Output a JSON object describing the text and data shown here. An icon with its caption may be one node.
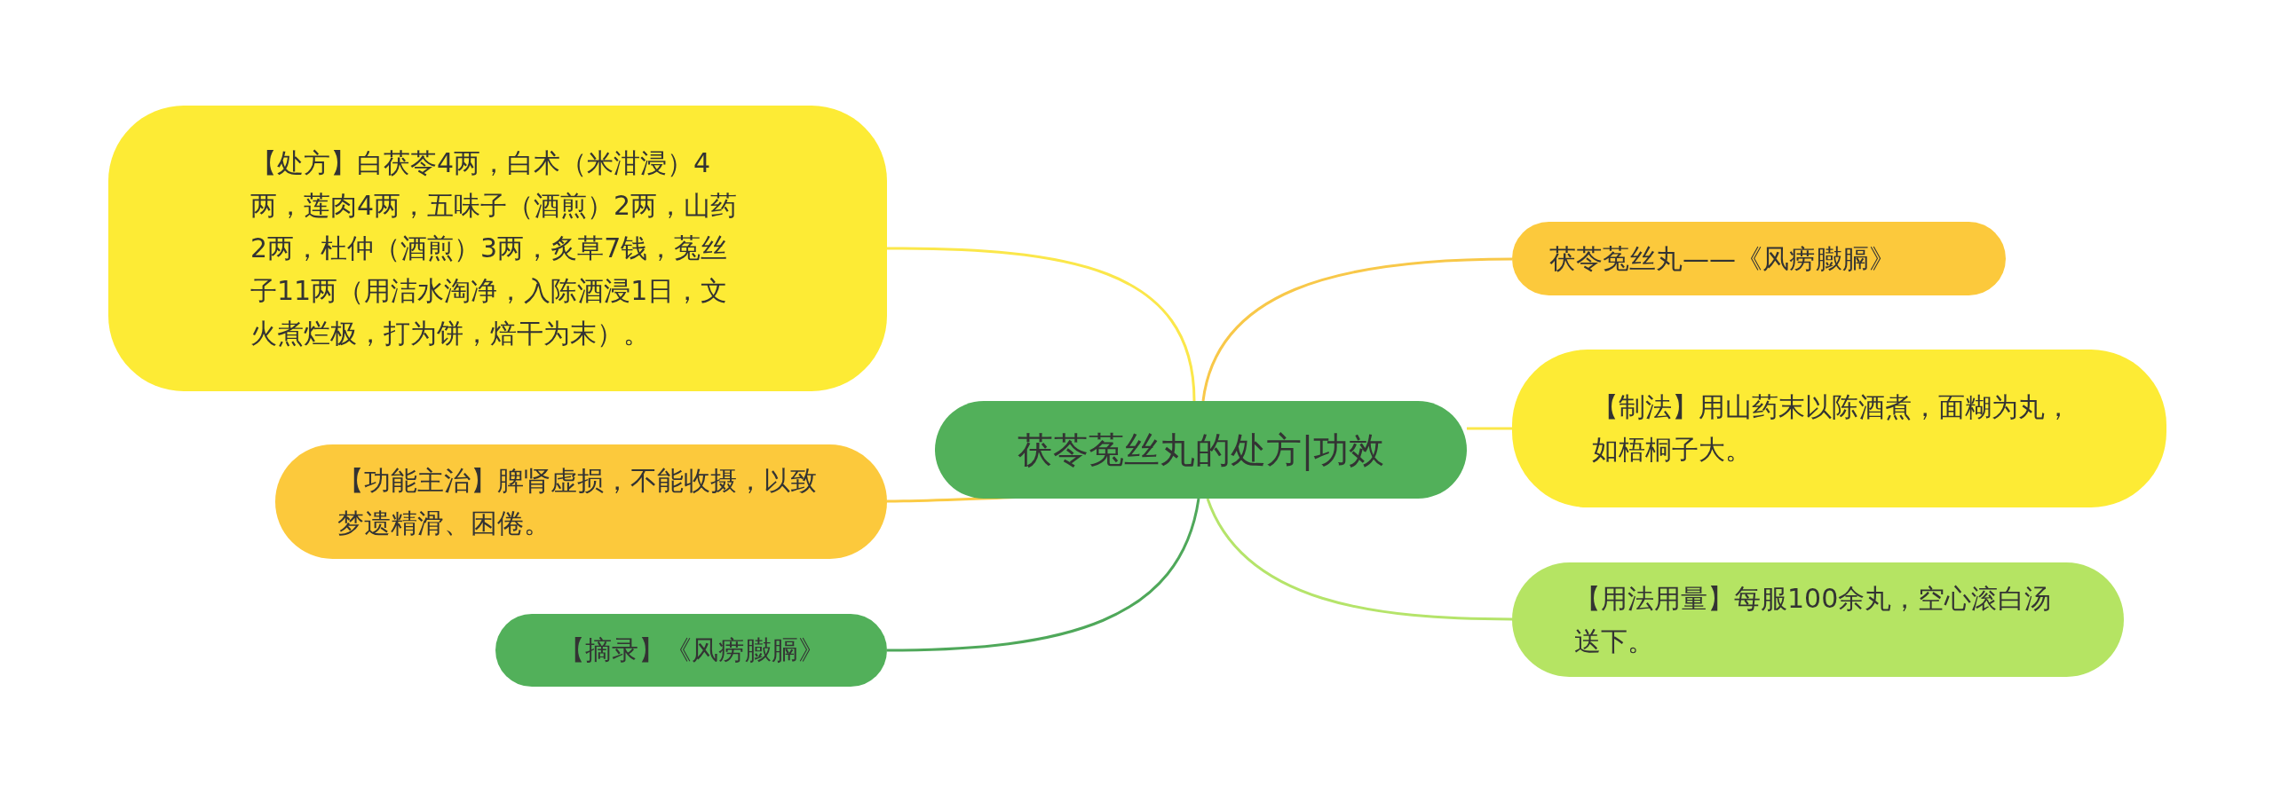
{
  "diagram": {
    "nodes": [
      {
        "text": [
          "茯苓菟丝丸的处方|功效"
        ]
      },
      {
        "text": [
          "【处方】白茯苓4两，白术（米泔浸）4两，莲肉4两，五味子（酒煎）2两，山药2两，杜仲（酒煎）3两，炙草7钱，菟丝子11两（用洁水淘净，入陈酒浸1日，文火煮烂极，打为饼，焙干为末）。"
        ]
      },
      {
        "text": [
          "【功能主治】脾肾虚损，不能收摄，以致梦遗精滑、困倦。"
        ]
      },
      {
        "text": [
          "【摘录】《风痨臌膈》"
        ]
      },
      {
        "text": [
          "茯苓菟丝丸——《风痨臌膈》"
        ]
      },
      {
        "text": [
          "【制法】用山药末以陈酒煮，面糊为丸，如梧桐子大。"
        ]
      },
      {
        "text": [
          "【用法用量】每服100余丸，空心滚白汤送下。"
        ]
      }
    ],
    "edges": [
      {
        "from": 0,
        "to": 1,
        "arrow": "none",
        "color": "#fbe74a"
      },
      {
        "from": 0,
        "to": 2,
        "arrow": "none",
        "color": "#fbcb45"
      },
      {
        "from": 0,
        "to": 3,
        "arrow": "none",
        "color": "#4fa85a"
      },
      {
        "from": 0,
        "to": 4,
        "arrow": "none",
        "color": "#f8c849"
      },
      {
        "from": 0,
        "to": 5,
        "arrow": "none",
        "color": "#fbe74a"
      },
      {
        "from": 0,
        "to": 6,
        "arrow": "none",
        "color": "#b5e46a"
      }
    ]
  }
}
